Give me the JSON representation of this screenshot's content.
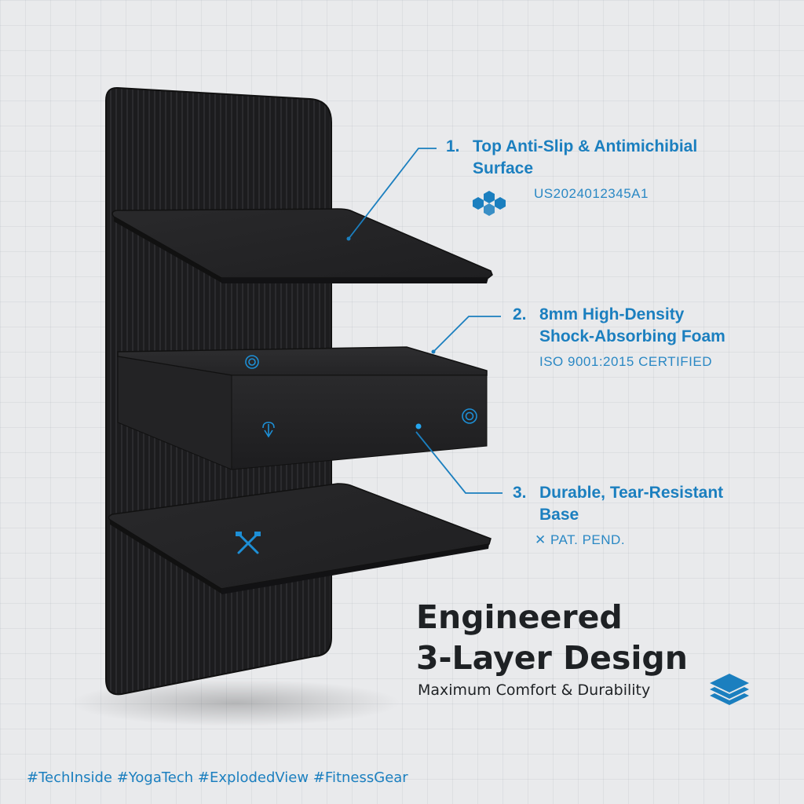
{
  "colors": {
    "accent": "#1b7fbf",
    "product": "#1a1a1a",
    "text_dark": "#1e2124",
    "background": "#e9eaec"
  },
  "callouts": [
    {
      "number": "1.",
      "title_line1": "Top Anti-Slip & Antimichibial",
      "title_line2": "Surface",
      "badge_icon": "hexagon-cluster-icon",
      "badge_text": "US2024012345A1"
    },
    {
      "number": "2.",
      "title_line1": "8mm High-Density",
      "title_line2": "Shock-Absorbing Foam",
      "badge_text": "ISO 9001:2015 CERTIFIED"
    },
    {
      "number": "3.",
      "title_line1": "Durable, Tear-Resistant",
      "title_line2": "Base",
      "badge_icon": "cross-mark-icon",
      "badge_text": "PAT. PEND."
    }
  ],
  "product_icons": [
    "target-ring-icon",
    "hand-touch-icon",
    "target-ring-icon",
    "hammer-wrench-icon"
  ],
  "headline": {
    "line1": "Engineered",
    "line2": "3-Layer Design",
    "tagline": "Maximum Comfort & Durability",
    "icon": "layers-stack-icon"
  },
  "hashtags": "#TechInside #YogaTech #ExplodedView #FitnessGear"
}
